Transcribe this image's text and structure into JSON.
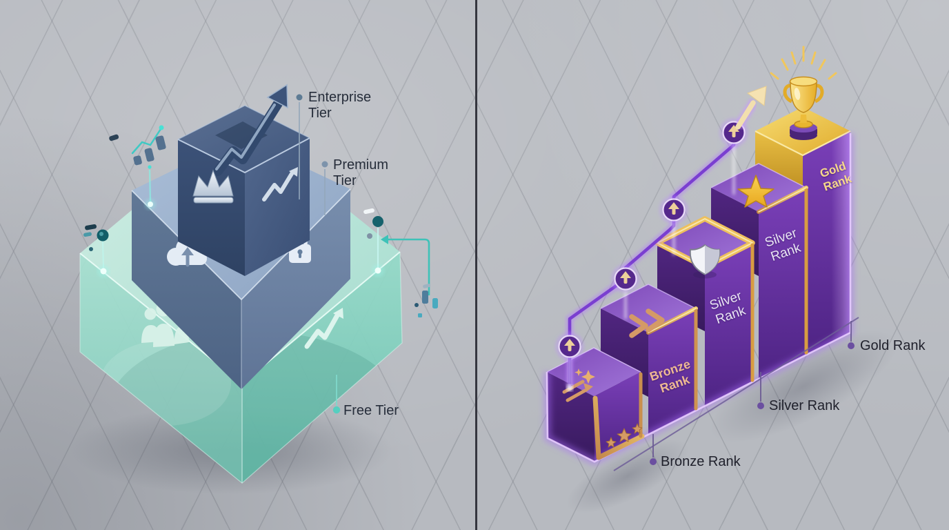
{
  "left_panel": {
    "labels": {
      "enterprise": "Enterprise Tier",
      "premium": "Premium Tier",
      "free": "Free Tier"
    },
    "icons": [
      "growth-arrow-3d-icon",
      "crown-icon",
      "trend-up-icon",
      "cloud-upload-icon",
      "lock-icon",
      "people-group-icon",
      "mini-bar-chart-icon",
      "data-dash-icon"
    ],
    "colors": {
      "free_tier_glass": "#8fd6c4",
      "premium_tier_block": "#64799b",
      "enterprise_tier_block": "#3e5377",
      "accent_teal": "#3ec2b8",
      "label_text": "#262d3a"
    }
  },
  "right_panel": {
    "face_labels": {
      "bronze": "Bronze Rank",
      "silver_lower": "Silver Rank",
      "silver_upper": "Silver Rank",
      "gold": "Gold Rank"
    },
    "callouts": {
      "bronze": "Bronze Rank",
      "silver": "Silver Rank",
      "gold": "Gold Rank"
    },
    "icons": [
      "trophy-icon",
      "star-icon",
      "shield-icon",
      "double-chevron-icon",
      "shooting-star-icon",
      "up-arrow-node-icon",
      "growth-path-arrow-icon",
      "stars-row-icon"
    ],
    "colors": {
      "step_purple": "#6d36ab",
      "step_purple_dark": "#46216f",
      "gold": "#e8c04c",
      "bronze_trim": "#d49a66",
      "path_purple": "#7a3fd0",
      "glow": "#e2c8fa",
      "callout_text": "#20212c"
    }
  }
}
